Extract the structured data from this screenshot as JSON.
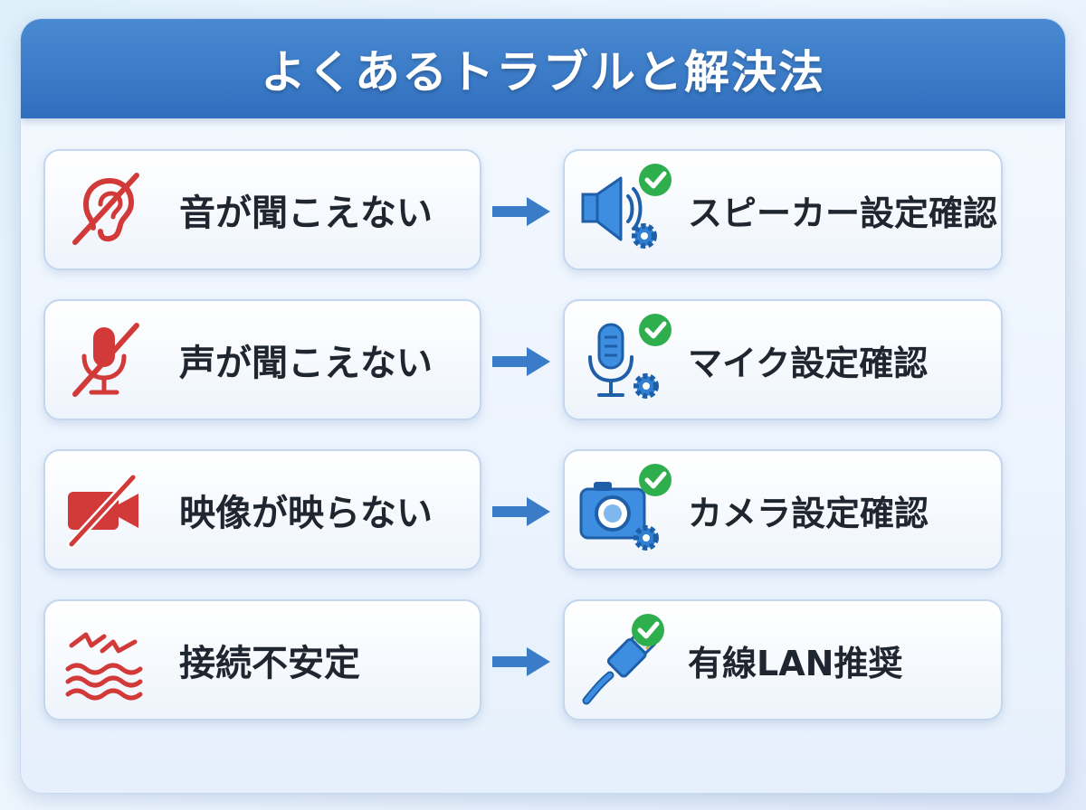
{
  "title": "よくあるトラブルと解決法",
  "colors": {
    "header": "#3a7cc8",
    "problem_icon": "#d23a3a",
    "solution_icon": "#2f7fd4",
    "check": "#2fae4e",
    "arrow": "#3a7cc8"
  },
  "rows": [
    {
      "problem": {
        "label": "音が聞こえない",
        "icon": "ear-muted-icon"
      },
      "solution": {
        "label": "スピーカー設定確認",
        "icon": "speaker-settings-icon"
      }
    },
    {
      "problem": {
        "label": "声が聞こえない",
        "icon": "mic-muted-icon"
      },
      "solution": {
        "label": "マイク設定確認",
        "icon": "mic-settings-icon"
      }
    },
    {
      "problem": {
        "label": "映像が映らない",
        "icon": "camera-off-icon"
      },
      "solution": {
        "label": "カメラ設定確認",
        "icon": "camera-settings-icon"
      }
    },
    {
      "problem": {
        "label": "接続不安定",
        "icon": "unstable-connection-icon"
      },
      "solution": {
        "label": "有線LAN推奨",
        "icon": "ethernet-cable-icon"
      }
    }
  ]
}
